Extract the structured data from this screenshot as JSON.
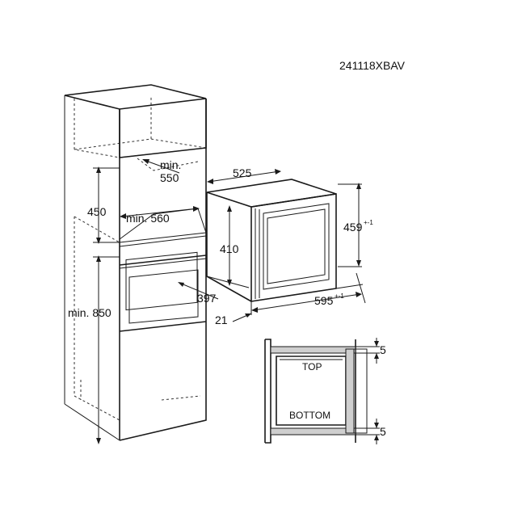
{
  "header": {
    "model_code": "241118XBAV"
  },
  "cabinet": {
    "min_550_prefix": "min.",
    "min_550_value": "550",
    "height_450": "450",
    "min_560": "min. 560",
    "min_850": "min. 850"
  },
  "appliance": {
    "depth": "525",
    "width": "595",
    "width_tolerance": "+-1",
    "height": "459",
    "height_tolerance": "+-1",
    "inner_height": "410",
    "inner_width": "397",
    "front_depth": "21"
  },
  "detail": {
    "top_label": "TOP",
    "bottom_label": "BOTTOM",
    "gap_top": "5",
    "gap_bottom": "5"
  }
}
